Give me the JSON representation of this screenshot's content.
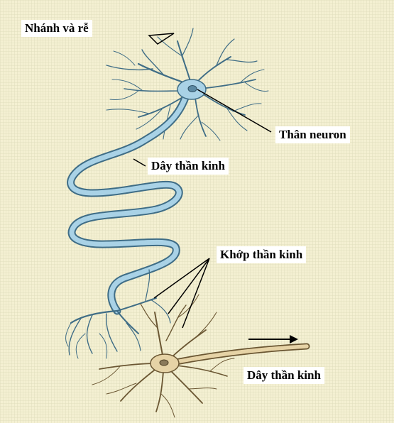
{
  "labels": {
    "dendrites": "Nhánh và rễ",
    "cell_body": "Thân neuron",
    "axon_top": "Dây thần kinh",
    "synapse": "Khớp thần kinh",
    "axon_bottom": "Dây thần kinh"
  },
  "colors": {
    "background": "#f4f0d2",
    "grid": "#c9c7a3",
    "neuron_top_fill": "#a9d2e6",
    "neuron_top_outline": "#3f6d86",
    "neuron_bottom_fill": "#e6d3a6",
    "neuron_bottom_outline": "#6a5632",
    "pointer": "#000000"
  }
}
